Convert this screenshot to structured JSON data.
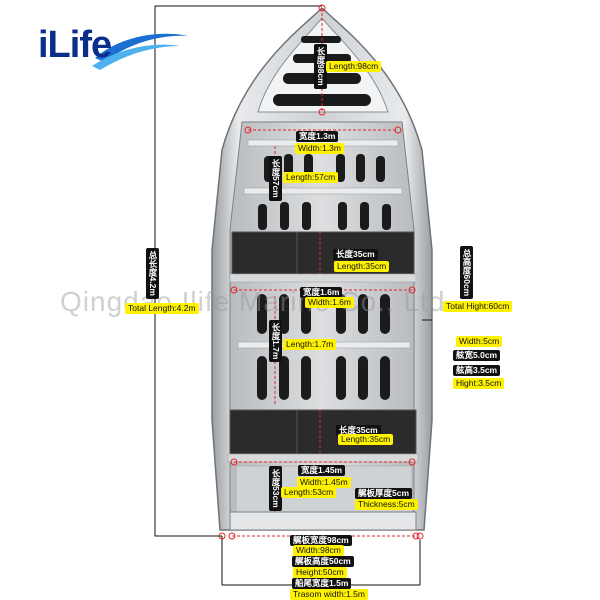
{
  "logo": {
    "text": "iLife"
  },
  "watermark": "Qingdao Ilife Marine Co., Ltd.",
  "dimensions": {
    "bow_deck_length_zh": "长度98cm",
    "bow_deck_length_en": "Length:98cm",
    "width1_zh": "宽度1.3m",
    "width1_en": "Width:1.3m",
    "length57_zh": "长度57cm",
    "length57_en": "Length:57cm",
    "seat1_zh": "长度35cm",
    "seat1_en": "Length:35cm",
    "total_length_zh": "总长度4.2m",
    "total_length_en": "Total Length:4.2m",
    "total_height_zh": "总高度60cm",
    "total_height_en": "Total Hight:60cm",
    "width2_zh": "宽度1.6m",
    "width2_en": "Width:1.6m",
    "length17_zh": "长度1.7m",
    "length17_en": "Length:1.7m",
    "width5_en": "Width:5cm",
    "gunwale_width_zh": "舷宽5.0cm",
    "gunwale_height_zh": "舷高3.5cm",
    "height35_en": "Hight:3.5cm",
    "seat2_zh": "长度35cm",
    "seat2_en": "Length:35cm",
    "width3_zh": "宽度1.45m",
    "width3_en": "Width:1.45m",
    "length53_zh": "长度53cm",
    "length53_en": "Length:53cm",
    "plate_thick_zh": "艉板厚度5cm",
    "plate_thick_en": "Thickness:5cm",
    "transom_plate_width_zh": "艉板宽度98cm",
    "transom_plate_width_en": "Width:98cm",
    "transom_plate_height_zh": "艉板高度50cm",
    "transom_plate_height_en": "Height:50cm",
    "transom_width_zh": "船尾宽度1.5m",
    "transom_width_en": "Trasom width:1.5m"
  }
}
